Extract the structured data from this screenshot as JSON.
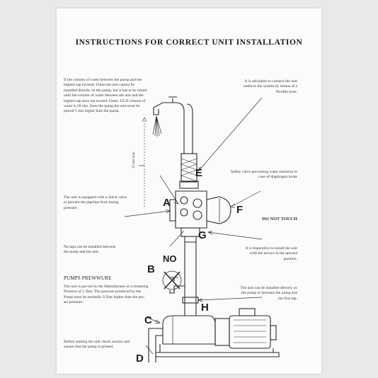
{
  "title": "INSTRUCTIONS FOR CORRECT UNIT INSTALLATION",
  "notes": {
    "column_of_water": "If the column of water between the pump and the highest tap exceeds 15mts.the unit cannot be installed directly on the pump, but it has to be raised until the column of water between the unit and the highest tap does not exceed 15mts. I.E.If column of water is 20 mts. from the pump,the unit must be placed 5 mts higher than the pump.",
    "advisable_connect": "It is advisable to connect the unit outlet to the system by means of a flexible hose.",
    "safety_valve": "Safety valve preventing water emission in case of diaphragm break",
    "do_not_touch": "DO NOT TOUCH",
    "check_valve": "The unit is equipped with a check valve to prevent the pipeline from losing pressure.",
    "no_taps": "No taps can be installed between the pump and the unit.",
    "imperative": "It is imperative to install the unit with the arrows in the upward position.",
    "pumps_heading": "PUMPS PREWWURE",
    "pumps_body": "The unit is pre-set by the Manufacturer at a restarting Pressure of 1.5bar. The pressure produced by the Pump must be normally 0.5bar higher than the pre-set pressure.",
    "installed_directly": "The unit can be installed directly on the pump or between the pump and the first tap.",
    "before_starting": "Before starting the unit check suction and ensure that the pump is primed."
  },
  "labels": {
    "A": "A",
    "B": "B",
    "C": "C",
    "D": "D",
    "E": "E",
    "F": "F",
    "G": "G",
    "H": "H",
    "NO": "NO"
  },
  "dimension_label": "15 mts max"
}
